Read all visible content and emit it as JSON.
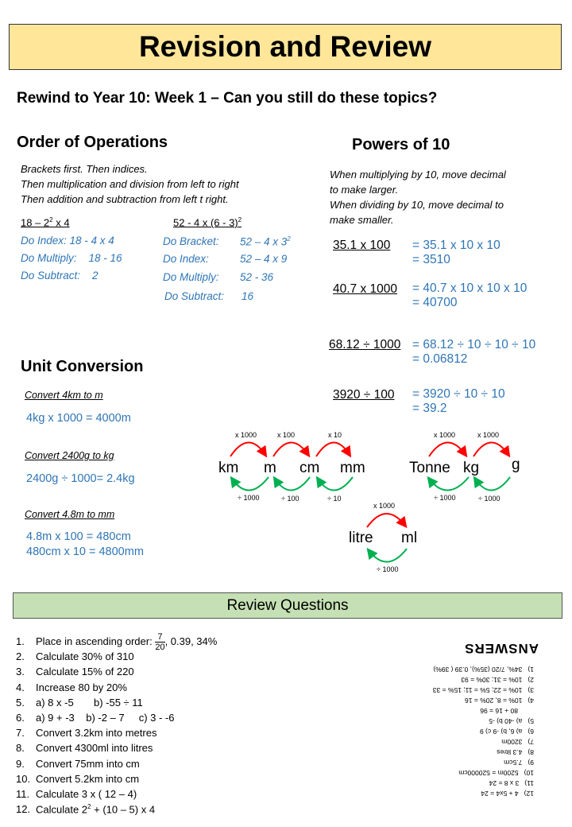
{
  "title": "Revision and Review",
  "subtitle": "Rewind to Year 10: Week 1 – Can you still do these topics?",
  "order_ops": {
    "heading": "Order of Operations",
    "intro": [
      "Brackets first. Then indices.",
      "Then multiplication and division from left to right",
      "Then addition and subtraction from left t right."
    ],
    "ex1": {
      "q": "18 – 2",
      "q_sup": "2",
      "q_tail": " x 4",
      "steps": [
        "Do Index:  18 -  4 x 4",
        "Do Multiply:    18 - 16",
        "Do Subtract:    2"
      ]
    },
    "ex2": {
      "q": "52 - 4 x (6 - 3)",
      "q_sup": "2",
      "labels": [
        "Do Bracket:",
        "Do Index:",
        "Do Multiply:",
        "Do Subtract:"
      ],
      "values": [
        "52 – 4 x 3",
        "52 – 4 x 9",
        "52 - 36",
        "16"
      ],
      "bracket_sup": "2"
    }
  },
  "powers": {
    "heading": "Powers of 10",
    "intro": [
      "When multiplying by 10, move decimal",
      "to make larger.",
      "When dividing by 10, move decimal to",
      "make smaller."
    ],
    "rows": [
      {
        "q": "35.1 x 100",
        "a1": "= 35.1 x 10 x 10",
        "a2": "= 3510"
      },
      {
        "q": "40.7 x 1000",
        "a1": "= 40.7 x 10 x 10 x 10",
        "a2": "= 40700"
      },
      {
        "q": "68.12 ÷ 1000",
        "a1": "= 68.12 ÷ 10 ÷ 10 ÷ 10",
        "a2": "= 0.06812"
      },
      {
        "q": "3920 ÷ 100",
        "a1": "= 3920 ÷ 10 ÷ 10",
        "a2": "= 39.2"
      }
    ]
  },
  "unit": {
    "heading": "Unit Conversion",
    "items": [
      {
        "q": "Convert 4km to m",
        "a": [
          "4kg x 1000 = 4000m"
        ]
      },
      {
        "q": "Convert 2400g to kg",
        "a": [
          "2400g ÷ 1000= 2.4kg"
        ]
      },
      {
        "q": "Convert 4.8m to mm",
        "a": [
          "4.8m x 100 = 480cm",
          "480cm x 10 = 4800mm"
        ]
      }
    ],
    "length": {
      "units": [
        "km",
        "m",
        "cm",
        "mm"
      ],
      "up": [
        "x 1000",
        "x 100",
        "x 10"
      ],
      "down": [
        "÷ 1000",
        "÷ 100",
        "÷ 10"
      ]
    },
    "mass": {
      "units": [
        "Tonne",
        "kg",
        "g"
      ],
      "up": [
        "x 1000",
        "x 1000"
      ],
      "down": [
        "÷ 1000",
        "÷ 1000"
      ]
    },
    "volume": {
      "units": [
        "litre",
        "ml"
      ],
      "up": [
        "x 1000"
      ],
      "down": [
        "÷ 1000"
      ]
    }
  },
  "review": {
    "heading": "Review Questions",
    "questions": [
      {
        "n": "1.",
        "t": "Place in ascending order: ",
        "frac_num": "7",
        "frac_den": "20",
        "tail": ", 0.39, 34%"
      },
      {
        "n": "2.",
        "t": "Calculate 30% of 310"
      },
      {
        "n": "3.",
        "t": "Calculate 15% of 220"
      },
      {
        "n": "4.",
        "t": "Increase 80 by 20%"
      },
      {
        "n": "5.",
        "t": "a) 8 x -5       b) -55 ÷ 11"
      },
      {
        "n": "6.",
        "t": "a) 9 + -3    b) -2 – 7     c) 3 - -6"
      },
      {
        "n": "7.",
        "t": "Convert 3.2km into metres"
      },
      {
        "n": "8.",
        "t": "Convert 4300ml into litres"
      },
      {
        "n": "9.",
        "t": "Convert 75mm into cm"
      },
      {
        "n": "10.",
        "t": "Convert 5.2km into cm"
      },
      {
        "n": "11.",
        "t": "Calculate 3 x ( 12 – 4)"
      },
      {
        "n": "12.",
        "t": "Calculate 2",
        "sup": "2",
        "tail": " + (10 – 5) x 4"
      }
    ]
  },
  "answers": {
    "heading": "ANSWERS",
    "lines": [
      {
        "n": "1)",
        "t": "34%, 7/20 (35%), 0.39 ( 39%)"
      },
      {
        "n": "2)",
        "t": "10% = 31; 30% = 93"
      },
      {
        "n": "3)",
        "t": "10% = 22; 5% = 11; 15% = 33"
      },
      {
        "n": "4)",
        "t": "10% = 8, 20% = 16"
      },
      {
        "n": "",
        "t": "80 + 16 = 96"
      },
      {
        "n": "5)",
        "t": "a) -40  b) -5"
      },
      {
        "n": "6)",
        "t": "a) 6,  b) -9  c) 9"
      },
      {
        "n": "7)",
        "t": "3200m"
      },
      {
        "n": "8)",
        "t": "4.3 litres"
      },
      {
        "n": "9)",
        "t": "7.5cm"
      },
      {
        "n": "10)",
        "t": "5200m = 520000cm"
      },
      {
        "n": "11)",
        "t": "3 x 8 = 24"
      },
      {
        "n": "12)",
        "t": "4 + 5x4 = 24"
      }
    ]
  },
  "colors": {
    "title_bg": "#ffe699",
    "review_bg": "#c5e0b4",
    "blue": "#2e75b6",
    "red": "#ff0000",
    "green": "#00b050"
  }
}
